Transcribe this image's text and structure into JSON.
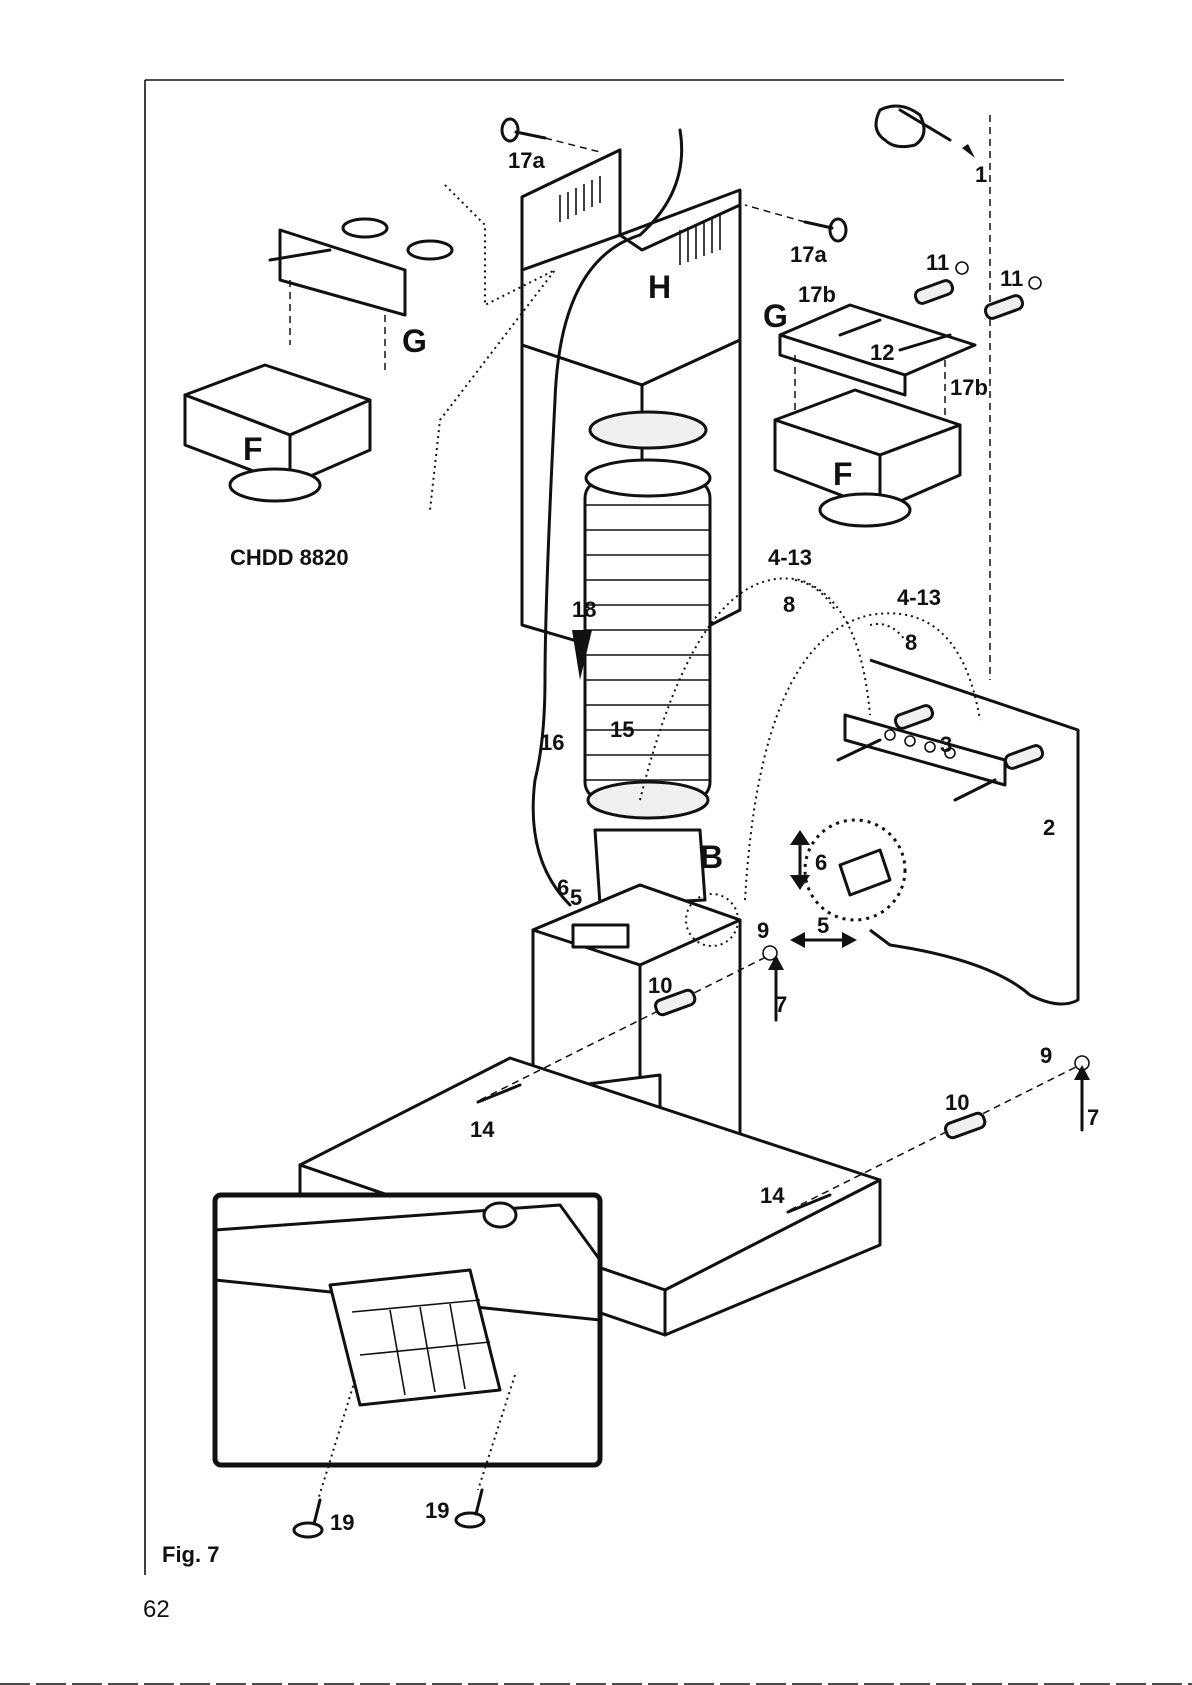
{
  "figure": {
    "model_label": "CHDD 8820",
    "caption": "Fig. 7",
    "page_number": "62"
  },
  "letters": {
    "H": "H",
    "G": "G",
    "F": "F",
    "B": "B"
  },
  "callouts": {
    "n1": "1",
    "n2": "2",
    "n3": "3",
    "n4_13": "4-13",
    "n5": "5",
    "n6": "6",
    "n7": "7",
    "n8": "8",
    "n9": "9",
    "n10": "10",
    "n11": "11",
    "n12": "12",
    "n14": "14",
    "n15": "15",
    "n16": "16",
    "n17a": "17a",
    "n17b": "17b",
    "n18": "18",
    "n19": "19"
  }
}
